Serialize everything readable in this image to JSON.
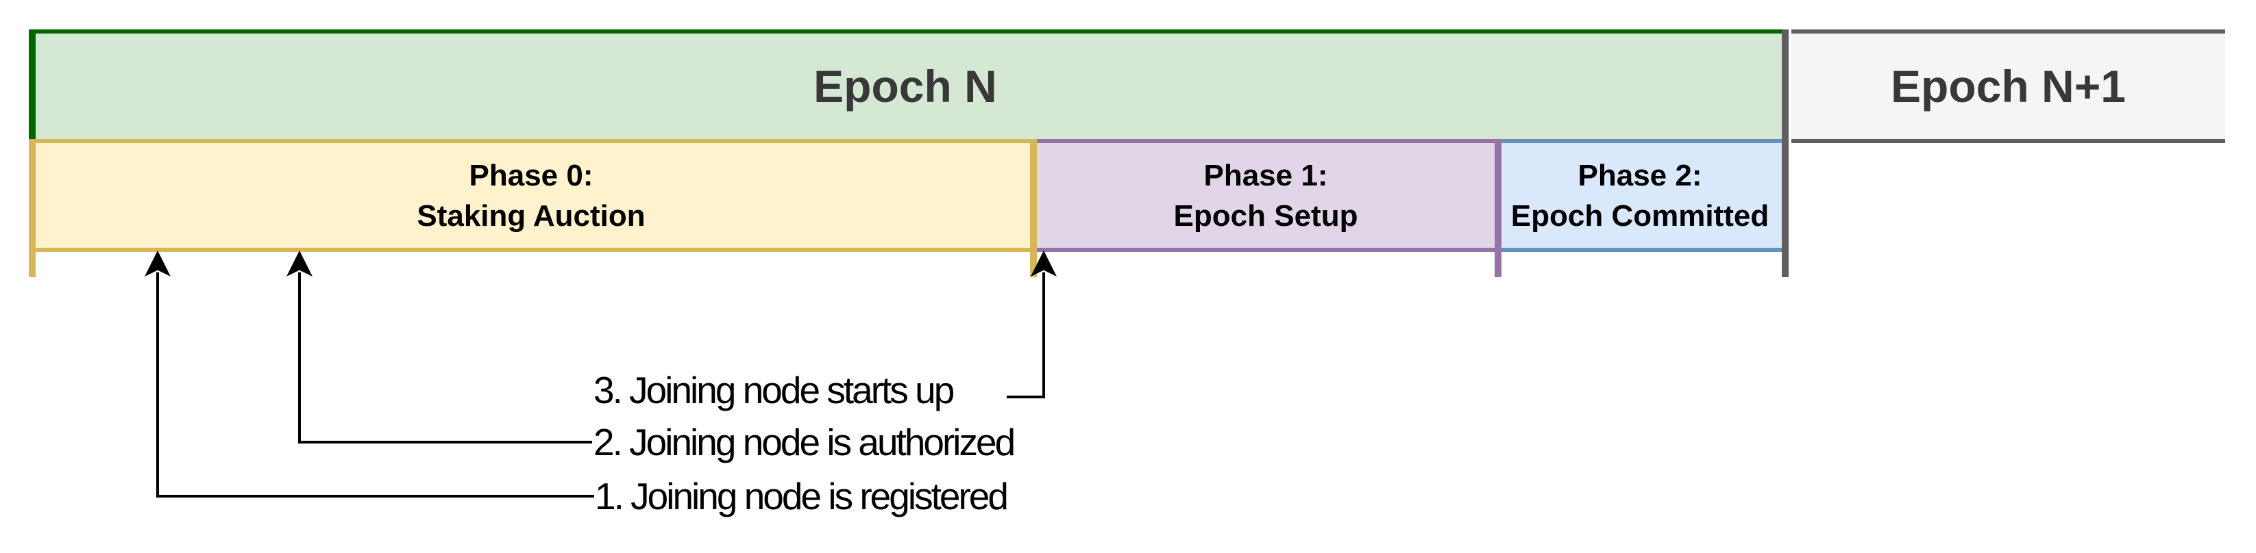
{
  "diagram": {
    "epochs": [
      {
        "label": "Epoch N"
      },
      {
        "label": "Epoch N+1"
      }
    ],
    "phases": [
      {
        "line1": "Phase 0:",
        "line2": "Staking Auction"
      },
      {
        "line1": "Phase 1:",
        "line2": "Epoch Setup"
      },
      {
        "line1": "Phase 2:",
        "line2": "Epoch Committed"
      }
    ],
    "annotations": [
      {
        "label": "1. Joining node is registered"
      },
      {
        "label": "2. Joining node is authorized"
      },
      {
        "label": "3. Joining node starts up"
      }
    ],
    "colors": {
      "epoch_n_fill": "#d5e8d4",
      "epoch_n_stroke": "#006600",
      "epoch_n1_fill": "#f5f5f5",
      "epoch_n1_stroke": "#5f5f5f",
      "phase0_fill": "#fff2cc",
      "phase0_stroke": "#d6b656",
      "phase1_fill": "#e1d5e7",
      "phase1_stroke": "#9673a6",
      "phase2_fill": "#dae8fc",
      "phase2_stroke": "#6c8ebf",
      "divider": "#5f5f5f",
      "arrow": "#000000"
    }
  }
}
